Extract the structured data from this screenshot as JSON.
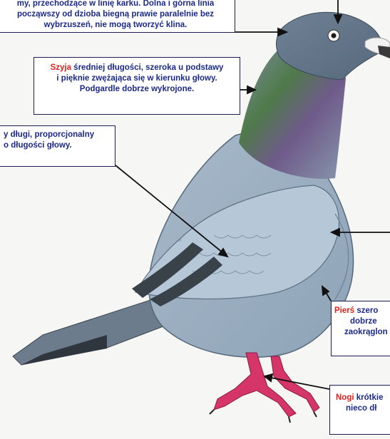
{
  "colors": {
    "term": "#e0211b",
    "text": "#1b2a8a",
    "box_border": "#1d1d4f",
    "pigeon_body": "#9fb2c4",
    "pigeon_wing": "#b6c8d8",
    "wing_bar": "#3a4249",
    "neck_green": "#4f7a4a",
    "neck_purple": "#6f5a8a",
    "feet": "#d6356a"
  },
  "callouts": {
    "head": {
      "line1": "my, przechodzące w linię karku. Dolna i górna linia",
      "line2": "począwszy od dzioba biegną prawie paralelnie bez",
      "line3": "wybrzuszeń, nie mogą tworzyć klina."
    },
    "neck": {
      "term": "Szyja",
      "line1_rest": " średniej długości, szeroka u podstawy",
      "line2": "i pięknie zwężająca się w kierunku głowy.",
      "line3": "Podgardle dobrze wykrojone."
    },
    "beak": {
      "line1": "y długi, proporcjonalny",
      "line2": "o długości głowy."
    },
    "chest": {
      "term": "Pierś",
      "line1_rest": " szero",
      "line2": "dobrze",
      "line3": "zaokrąglon"
    },
    "legs": {
      "term": "Nogi",
      "line1_rest": " krótkie",
      "line2": "nieco dł"
    }
  },
  "icons": {
    "pointer_arrows": "arrow-icon",
    "pigeon": "pigeon-illustration"
  }
}
